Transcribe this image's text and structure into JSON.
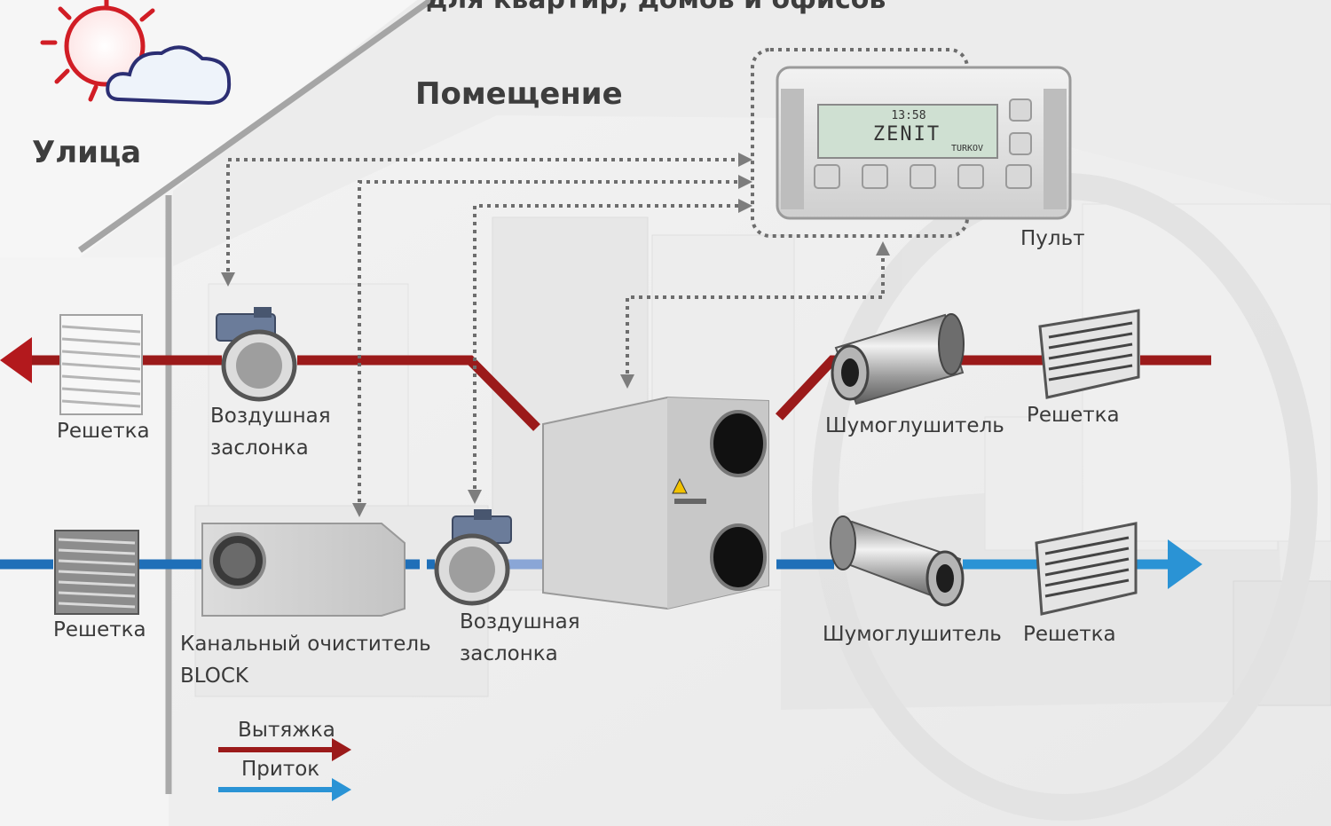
{
  "header": {
    "title": "для квартир, домов и офисов"
  },
  "zones": {
    "street": "Улица",
    "room": "Помещение"
  },
  "controller": {
    "time": "13:58",
    "brand": "ZENIT",
    "maker": "TURKOV",
    "label": "Пульт",
    "buttons": [
      "power-icon",
      "fan-icon",
      "mode-icon",
      "heat-icon",
      "settings-icon"
    ]
  },
  "components": {
    "grille_exhaust_outside": "Решетка",
    "damper_top_line1": "Воздушная",
    "damper_top_line2": "заслонка",
    "grille_supply_outside": "Решетка",
    "filter_line1": "Канальный очиститель",
    "filter_line2": "BLOCK",
    "damper_bottom_line1": "Воздушная",
    "damper_bottom_line2": "заслонка",
    "silencer_top": "Шумоглушитель",
    "grille_top_room": "Решетка",
    "silencer_bottom": "Шумоглушитель",
    "grille_bottom_room": "Решетка"
  },
  "legend": {
    "exhaust": "Вытяжка",
    "supply": "Приток"
  },
  "colors": {
    "exhaust": "#9b1a1a",
    "supply": "#1f6fb8",
    "supply_light": "#2a93d5",
    "exhaust_arrow": "#b3191d",
    "signal": "#777777",
    "text": "#3a3a3a"
  }
}
